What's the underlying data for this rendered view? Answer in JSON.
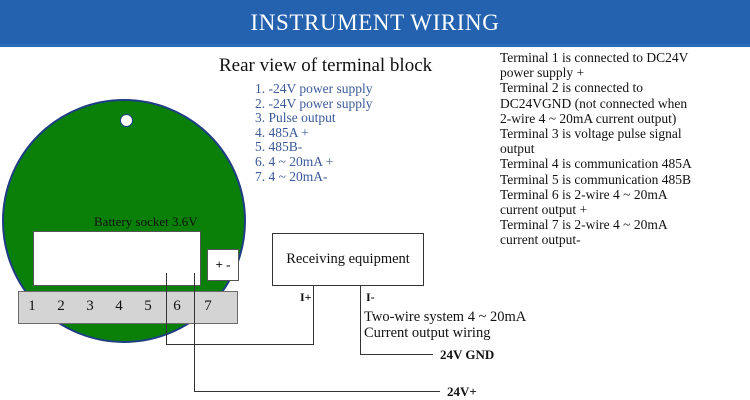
{
  "header": {
    "title": "INSTRUMENT WIRING",
    "bar_color": "#2462b0",
    "text_color": "#ffffff"
  },
  "diagram": {
    "rear_view_title": "Rear view of terminal block",
    "legend_color": "#3b5a9a",
    "legend_items": [
      "1. -24V power supply",
      "2. -24V power supply",
      "3. Pulse output",
      "4. 485A +",
      "5. 485B-",
      "6. 4 ~ 20mA +",
      "7. 4 ~ 20mA-"
    ],
    "device": {
      "battery_label": "Battery socket 3.6V",
      "polarity_label": "+ -",
      "board_color": "#0a8009",
      "board_outline_color": "#1f3d86",
      "terminal_strip_color": "#d4d4d4",
      "terminal_numbers": [
        "1",
        "2",
        "3",
        "4",
        "5",
        "6",
        "7"
      ]
    },
    "receiving_equipment": {
      "label": "Receiving equipment",
      "input_positive": "I+",
      "input_negative": "I-"
    },
    "captions": {
      "two_wire_line1": "Two-wire system 4 ~ 20mA",
      "two_wire_line2": "Current output wiring",
      "gnd_label": "24V GND",
      "supply_label": "24V+"
    }
  },
  "terminal_notes": [
    "Terminal 1 is connected to DC24V",
    "power supply +",
    "Terminal 2 is connected to",
    "DC24VGND (not connected when",
    "2-wire 4 ~ 20mA current output)",
    "Terminal 3 is voltage pulse signal",
    "output",
    "Terminal 4 is communication 485A",
    "Terminal 5 is communication 485B",
    "Terminal 6 is 2-wire 4 ~ 20mA",
    "current output +",
    "Terminal 7 is 2-wire 4 ~ 20mA",
    "current output-"
  ]
}
